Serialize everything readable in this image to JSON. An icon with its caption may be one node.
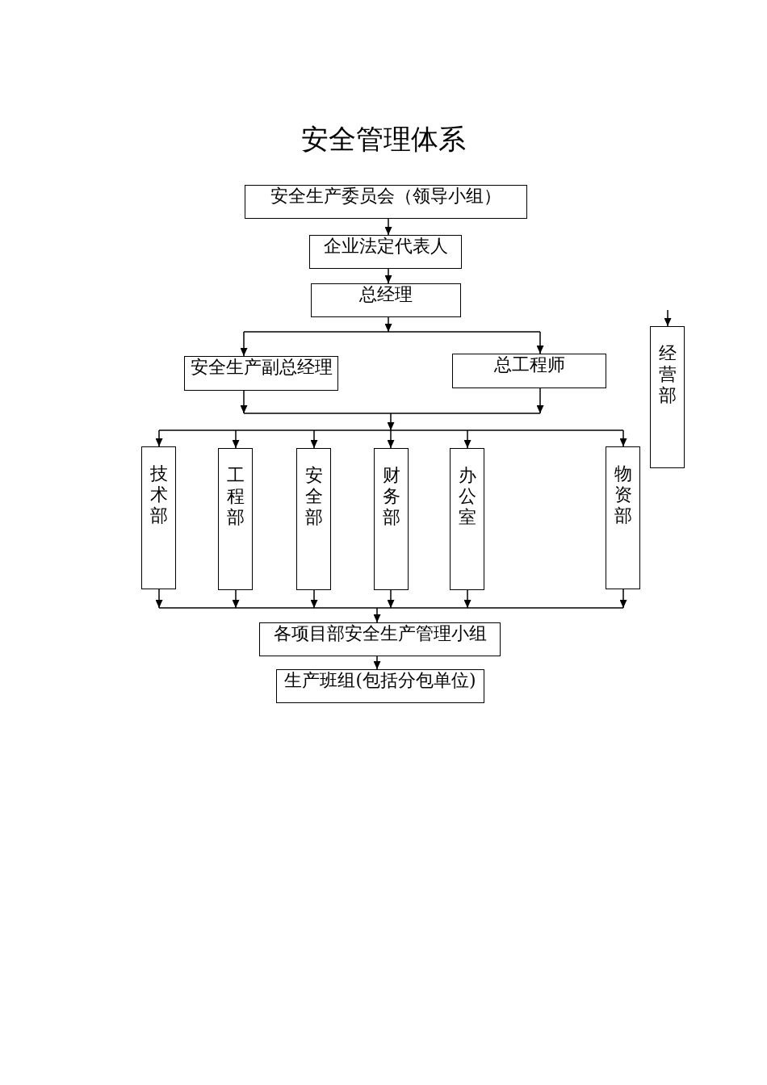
{
  "diagram": {
    "title": "安全管理体系",
    "nodes": [
      {
        "text": [
          "安全生产委员会（领导小组）"
        ]
      },
      {
        "text": [
          "企业法定代表人"
        ]
      },
      {
        "text": [
          "总经理"
        ]
      },
      {
        "text": [
          "安全生产副总经理"
        ]
      },
      {
        "text": [
          "总工程师"
        ]
      },
      {
        "text": [
          "经营部"
        ]
      },
      {
        "text": [
          "技术部"
        ]
      },
      {
        "text": [
          "工程部"
        ]
      },
      {
        "text": [
          "安全部"
        ]
      },
      {
        "text": [
          "财务部"
        ]
      },
      {
        "text": [
          "办公室"
        ]
      },
      {
        "text": [
          "物资部"
        ]
      },
      {
        "text": [
          "各项目部安全生产管理小组"
        ]
      },
      {
        "text": [
          "生产班组(包括分包单位)"
        ]
      }
    ],
    "edges": [
      {
        "from": 0,
        "to": 1,
        "arrow": "to"
      },
      {
        "from": 1,
        "to": 2,
        "arrow": "to"
      },
      {
        "from": 2,
        "to": 3,
        "arrow": "to"
      },
      {
        "from": 2,
        "to": 4,
        "arrow": "to"
      },
      {
        "from": null,
        "to": 5,
        "arrow": "to"
      },
      {
        "from": 3,
        "to": 6,
        "arrow": "to"
      },
      {
        "from": 3,
        "to": 7,
        "arrow": "to"
      },
      {
        "from": 3,
        "to": 8,
        "arrow": "to"
      },
      {
        "from": 3,
        "to": 9,
        "arrow": "to"
      },
      {
        "from": 3,
        "to": 10,
        "arrow": "to"
      },
      {
        "from": 3,
        "to": 11,
        "arrow": "to"
      },
      {
        "from": 4,
        "to": 6,
        "arrow": "to"
      },
      {
        "from": 4,
        "to": 7,
        "arrow": "to"
      },
      {
        "from": 4,
        "to": 8,
        "arrow": "to"
      },
      {
        "from": 4,
        "to": 9,
        "arrow": "to"
      },
      {
        "from": 4,
        "to": 10,
        "arrow": "to"
      },
      {
        "from": 4,
        "to": 11,
        "arrow": "to"
      },
      {
        "from": 6,
        "to": 12,
        "arrow": "to"
      },
      {
        "from": 7,
        "to": 12,
        "arrow": "to"
      },
      {
        "from": 8,
        "to": 12,
        "arrow": "to"
      },
      {
        "from": 9,
        "to": 12,
        "arrow": "to"
      },
      {
        "from": 10,
        "to": 12,
        "arrow": "to"
      },
      {
        "from": 11,
        "to": 12,
        "arrow": "to"
      },
      {
        "from": 12,
        "to": 13,
        "arrow": "to"
      }
    ]
  }
}
